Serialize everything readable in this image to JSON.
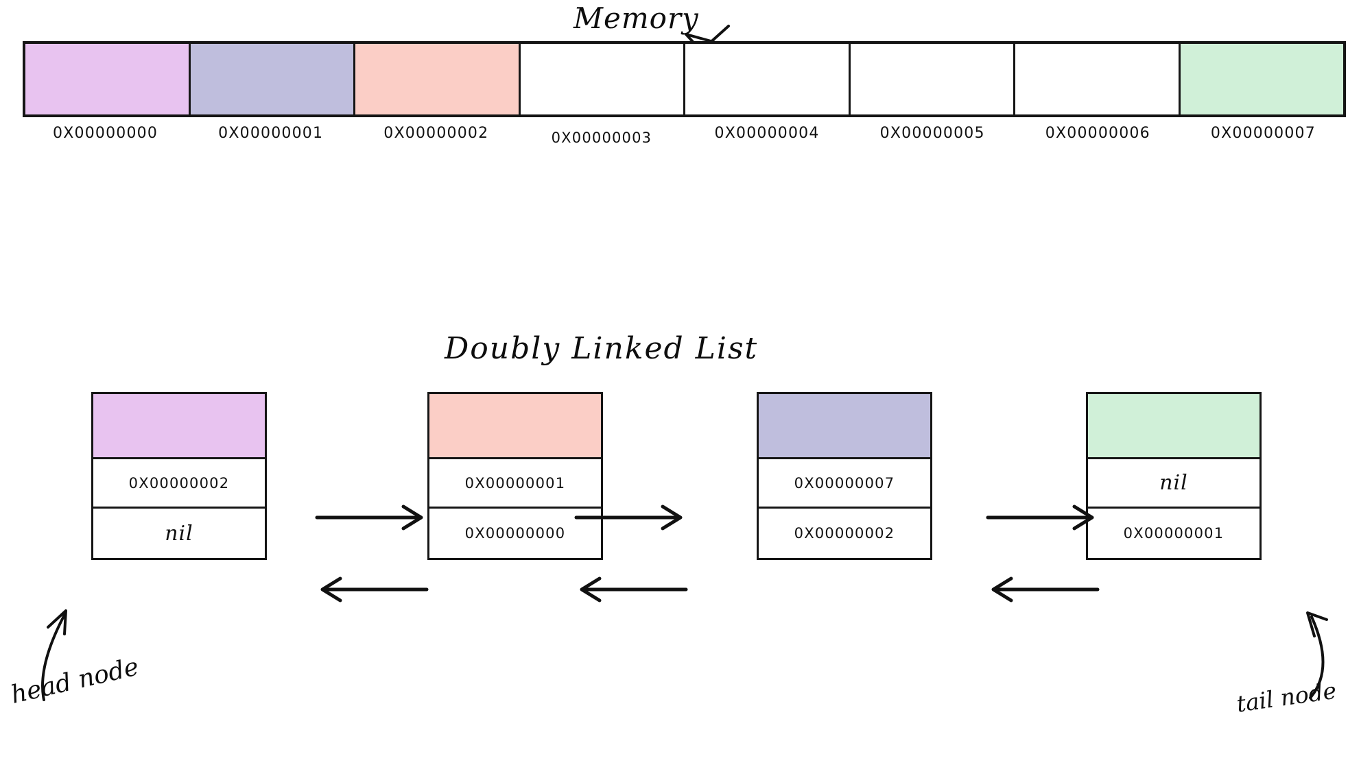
{
  "titles": {
    "memory": "Memory",
    "doubly_linked_list": "Doubly Linked List"
  },
  "memory": {
    "cells": [
      {
        "address": "0X00000000",
        "color": "#e8c3f0",
        "occupied": true
      },
      {
        "address": "0X00000001",
        "color": "#bfbedd",
        "occupied": true
      },
      {
        "address": "0X00000002",
        "color": "#fbcec6",
        "occupied": true
      },
      {
        "address": "0X00000003",
        "color": "#ffffff",
        "occupied": false
      },
      {
        "address": "0X00000004",
        "color": "#ffffff",
        "occupied": false
      },
      {
        "address": "0X00000005",
        "color": "#ffffff",
        "occupied": false
      },
      {
        "address": "0X00000006",
        "color": "#ffffff",
        "occupied": false
      },
      {
        "address": "0X00000007",
        "color": "#d0f0d8",
        "occupied": true
      }
    ]
  },
  "linked_list": {
    "nodes": [
      {
        "id": "node-1",
        "color": "#e8c3f0",
        "next_ptr": "0X00000002",
        "prev_ptr": "nil",
        "next_is_nil": false,
        "prev_is_nil": true
      },
      {
        "id": "node-2",
        "color": "#fbcec6",
        "next_ptr": "0X00000001",
        "prev_ptr": "0X00000000",
        "next_is_nil": false,
        "prev_is_nil": false
      },
      {
        "id": "node-3",
        "color": "#bfbedd",
        "next_ptr": "0X00000007",
        "prev_ptr": "0X00000002",
        "next_is_nil": false,
        "prev_is_nil": false
      },
      {
        "id": "node-4",
        "color": "#d0f0d8",
        "next_ptr": "nil",
        "prev_ptr": "0X00000001",
        "next_is_nil": true,
        "prev_is_nil": false
      }
    ],
    "annotations": {
      "head": "head node",
      "tail": "tail node"
    }
  },
  "colors": {
    "ink": "#111111",
    "violet": "#e8c3f0",
    "periwinkle": "#bfbedd",
    "salmon": "#fbcec6",
    "mint": "#d0f0d8",
    "background": "#ffffff"
  }
}
